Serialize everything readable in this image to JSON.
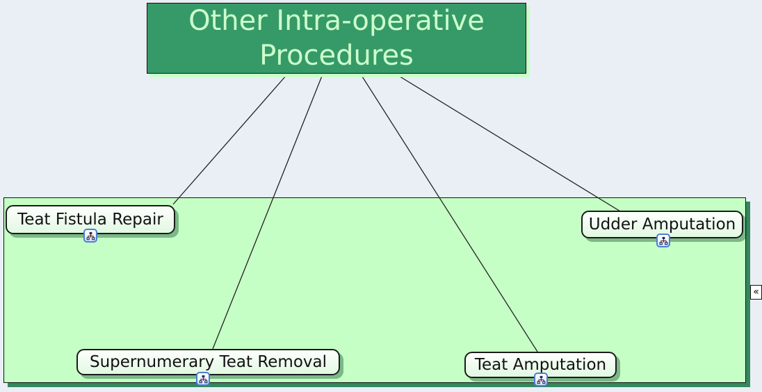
{
  "diagram": {
    "root": {
      "label": "Other Intra-operative Procedures"
    },
    "children": [
      {
        "label": "Teat Fistula Repair"
      },
      {
        "label": "Udder Amputation"
      },
      {
        "label": "Supernumerary Teat Removal"
      },
      {
        "label": "Teat Amputation"
      }
    ],
    "group": {
      "type": "boundary-rectangle"
    }
  },
  "controls": {
    "collapse_glyph": "«"
  },
  "icons": {
    "subtopic_icon": "org-chart-icon"
  },
  "colors": {
    "page_background": "#e9eff5",
    "root_fill": "#369a68",
    "root_text": "#ccffcc",
    "root_halo": "#c8ffc8",
    "group_fill": "#c6ffc6",
    "group_shadow": "#35875d",
    "topic_border": "#1a1a1a",
    "icon_border": "#4a7fd4",
    "icon_glyph": "#1a2b66"
  }
}
